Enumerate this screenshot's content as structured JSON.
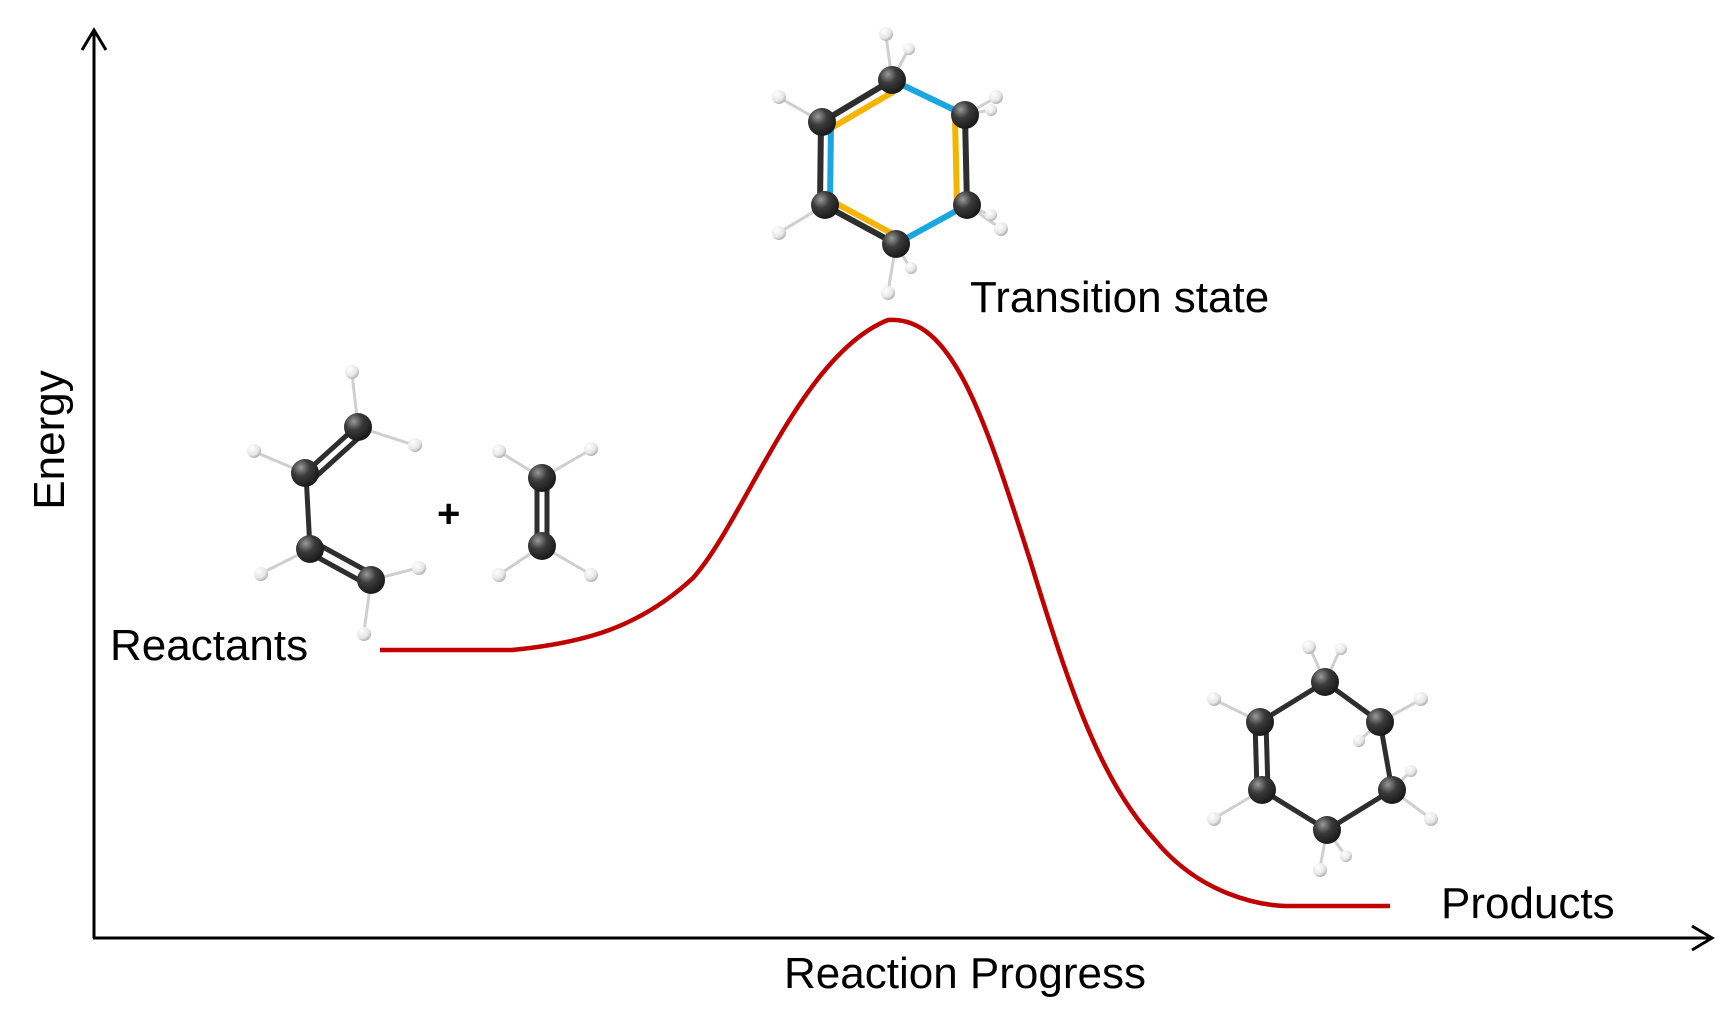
{
  "axes": {
    "y_label": "Energy",
    "x_label": "Reaction Progress"
  },
  "states": {
    "reactants": "Reactants",
    "transition_state": "Transition state",
    "products": "Products",
    "plus_sign": "+"
  },
  "colors": {
    "curve": "#c00000",
    "axis": "#000000",
    "carbon": "#3b3b3b",
    "hydrogen": "#f2f2f2",
    "forming_bond": "#1aa7e0",
    "breaking_bond": "#f5b400"
  },
  "molecules": {
    "reactant_1": "butadiene",
    "reactant_2": "ethylene",
    "transition_state": "cyclic-transition-state",
    "product": "cyclohexene"
  }
}
